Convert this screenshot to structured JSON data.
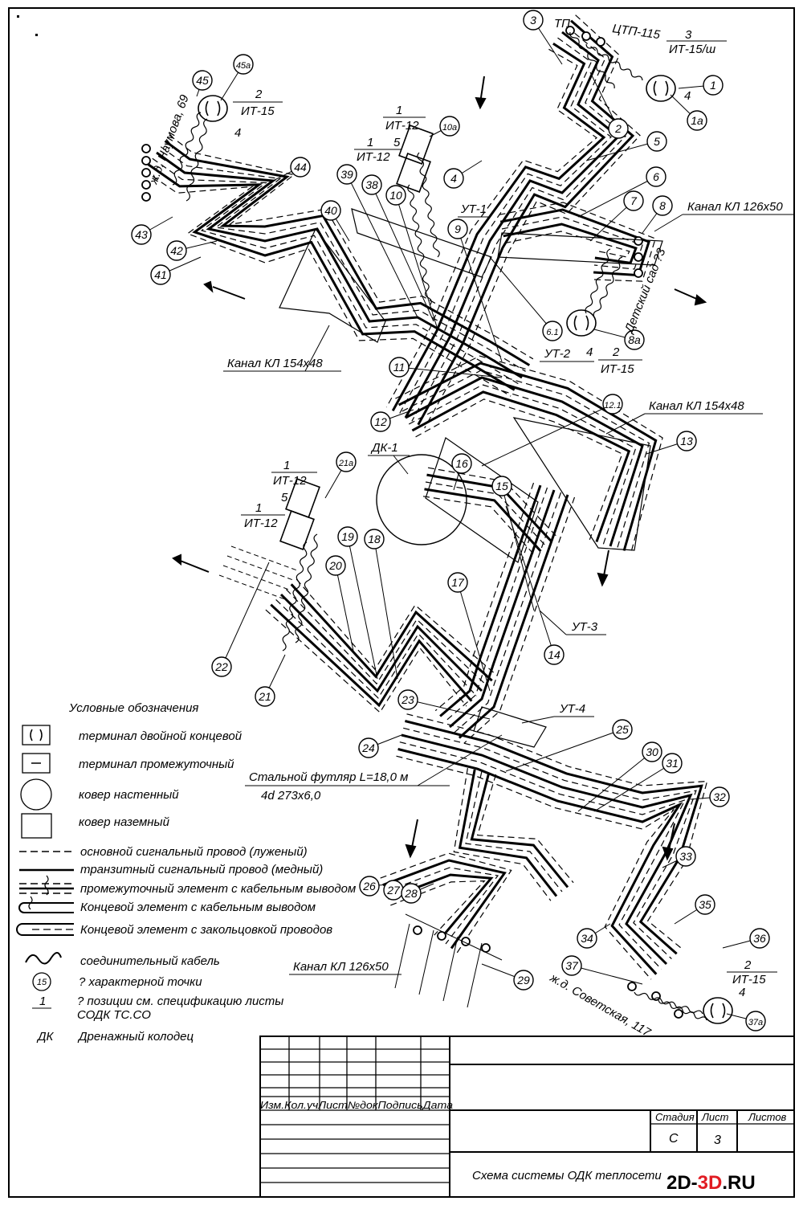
{
  "drawing": {
    "title": "Схема системы ОДК теплосети",
    "stage_header": "Стадия",
    "sheet_header": "Лист",
    "sheets_header": "Листов",
    "stage_value": "С",
    "sheet_value": "3",
    "stamp_headers": [
      "Изм.",
      "Кол.уч",
      "Лист",
      "№док",
      "Подпись",
      "Дата"
    ],
    "watermark_2d": "2D-",
    "watermark_3d": "3D",
    "watermark_ru": ".RU"
  },
  "annotations": {
    "tpp": "ТП",
    "ctp": "ЦТП-115",
    "it15sh_num": "3",
    "it15sh": "ИТ-15/ш",
    "house69": "ж.д. Наумова, 69",
    "it15_a_num": "2",
    "it15_a": "ИТ-15",
    "it15_a_pos": "4",
    "it12_a_num": "1",
    "it12_a": "ИТ-12",
    "it12_b_num": "1",
    "it12_b_pos": "5",
    "it12_b": "ИТ-12",
    "ut1": "УТ-1",
    "ut2": "УТ-2",
    "ut2_pos": "4",
    "it15_b_num": "2",
    "it15_b": "ИТ-15",
    "ctp_pos": "4",
    "kanal_126_top": "Канал КЛ 126х50",
    "kindergarten": "Детский сад ?3",
    "kanal_154_left": "Канал КЛ 154х48",
    "kanal_154_right": "Канал КЛ 154х48",
    "dk1": "ДК-1",
    "it12_c_num": "1",
    "it12_c": "ИТ-12",
    "it12_c_pos": "5",
    "it12_d_num": "1",
    "it12_d": "ИТ-12",
    "ut3": "УТ-3",
    "ut4": "УТ-4",
    "casing": "Стальной футляр L=18,0 м",
    "casing_size": "4d 273х6,0",
    "kanal_126_bottom": "Канал КЛ 126х50",
    "it15_c_num": "2",
    "it15_c": "ИТ-15",
    "it15_c_pos": "4",
    "house117": "ж.д. Советская, 117"
  },
  "points": {
    "p1": "1",
    "p1a": "1а",
    "p2": "2",
    "p3": "3",
    "p4": "4",
    "p5": "5",
    "p6": "6",
    "p6_1": "6.1",
    "p7": "7",
    "p8": "8",
    "p8a": "8а",
    "p9": "9",
    "p10": "10",
    "p10a": "10а",
    "p11": "11",
    "p12": "12",
    "p12_1": "12.1",
    "p13": "13",
    "p14": "14",
    "p15": "15",
    "p16": "16",
    "p17": "17",
    "p18": "18",
    "p19": "19",
    "p20": "20",
    "p21": "21",
    "p21a": "21а",
    "p22": "22",
    "p23": "23",
    "p24": "24",
    "p25": "25",
    "p26": "26",
    "p27": "27",
    "p28": "28",
    "p29": "29",
    "p30": "30",
    "p31": "31",
    "p32": "32",
    "p33": "33",
    "p34": "34",
    "p35": "35",
    "p36": "36",
    "p37": "37",
    "p37a": "37а",
    "p38": "38",
    "p39": "39",
    "p40": "40",
    "p41": "41",
    "p42": "42",
    "p43": "43",
    "p44": "44",
    "p45": "45",
    "p45a": "45а"
  },
  "legend": {
    "title": "Условные обозначения",
    "items": [
      "терминал двойной концевой",
      "терминал промежуточный",
      "ковер настенный",
      "ковер наземный",
      "основной сигнальный провод (луженый)",
      "транзитный сигнальный провод (медный)",
      "промежуточный элемент с кабельным выводом",
      "Концевой элемент с кабельным выводом",
      "Концевой элемент с закольцовкой проводов",
      "соединительный кабель",
      "? характерной точки",
      "? позиции см. спецификацию листы СОДК ТС.СО",
      "Дренажный колодец"
    ],
    "point_sample": "15",
    "pos_sample": "1",
    "dk_abbr": "ДК"
  }
}
